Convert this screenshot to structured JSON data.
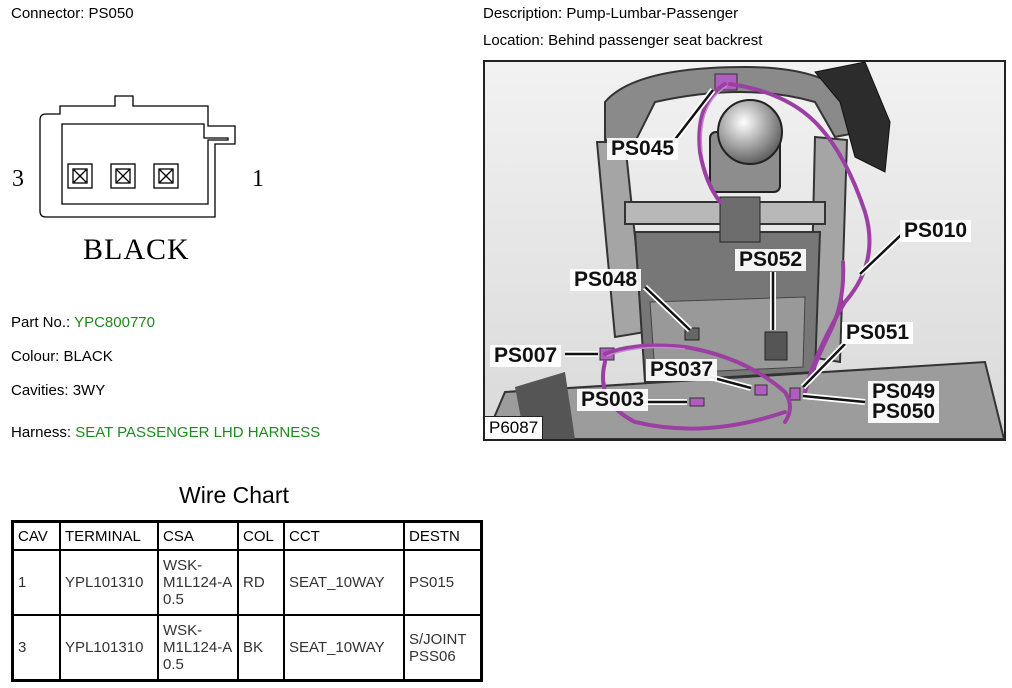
{
  "connector": {
    "label": "Connector:",
    "value": "PS050"
  },
  "description": {
    "label": "Description:",
    "value": "Pump-Lumbar-Passenger"
  },
  "location": {
    "label": "Location:",
    "value": "Behind passenger seat backrest"
  },
  "diagram": {
    "left_number": "3",
    "right_number": "1",
    "color_label": "BLACK"
  },
  "details": {
    "part_no": {
      "label": "Part No.:",
      "value": "YPC800770"
    },
    "colour": {
      "label": "Colour:",
      "value": "BLACK"
    },
    "cavities": {
      "label": "Cavities:",
      "value": "3WY"
    },
    "harness": {
      "label": "Harness:",
      "value": "SEAT PASSENGER LHD HARNESS"
    }
  },
  "wire_chart": {
    "title": "Wire Chart",
    "headers": [
      "CAV",
      "TERMINAL",
      "CSA",
      "COL",
      "CCT",
      "DESTN"
    ],
    "rows": [
      [
        "1",
        "YPL101310",
        "WSK-M1L124-A 0.5",
        "RD",
        "SEAT_10WAY",
        "PS015"
      ],
      [
        "3",
        "YPL101310",
        "WSK-M1L124-A 0.5",
        "BK",
        "SEAT_10WAY",
        "S/JOINT PSS06"
      ]
    ]
  },
  "photo": {
    "id": "P6087",
    "callouts": [
      "PS045",
      "PS010",
      "PS052",
      "PS048",
      "PS051",
      "PS007",
      "PS037",
      "PS049",
      "PS050",
      "PS003"
    ]
  },
  "colors": {
    "accent_green": "#1e8a1e",
    "harness_wire": "#9b3fa3"
  }
}
